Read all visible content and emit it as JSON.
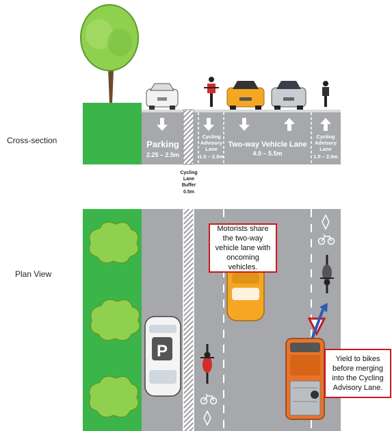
{
  "labels": {
    "cross_section": "Cross-section",
    "plan_view": "Plan View"
  },
  "cross_section_lanes": {
    "parking": {
      "name": "Parking",
      "width": "2.25 – 2.5m"
    },
    "cycling_lane_left": {
      "line1": "Cycling",
      "line2": "Advisory",
      "line3": "Lane",
      "width": "1.5 – 2.0m"
    },
    "vehicle_lane": {
      "name": "Two-way Vehicle Lane",
      "width": "4.0 – 5.5m"
    },
    "cycling_lane_right": {
      "line1": "Cycling",
      "line2": "Advisory",
      "line3": "Lane",
      "width": "1.5 – 2.0m"
    },
    "buffer": {
      "line1": "Cycling",
      "line2": "Lane",
      "line3": "Buffer",
      "width": "0.5m"
    }
  },
  "plan_view": {
    "parking_sign": "P",
    "callout_share": {
      "line1": "Motorists share",
      "line2": "the two-way",
      "line3": "vehicle lane with",
      "line4": "oncoming vehicles."
    },
    "callout_yield": {
      "line1": "Yield to bikes",
      "line2": "before merging",
      "line3": "into the Cycling",
      "line4": "Advisory Lane."
    }
  },
  "colors": {
    "road": "#a6a8ab",
    "grass": "#3bb54a",
    "callout_border": "#c41a24",
    "car_yellow": "#f5a623",
    "truck_orange": "#e8742a",
    "arrow_blue": "#2b5cb8"
  }
}
